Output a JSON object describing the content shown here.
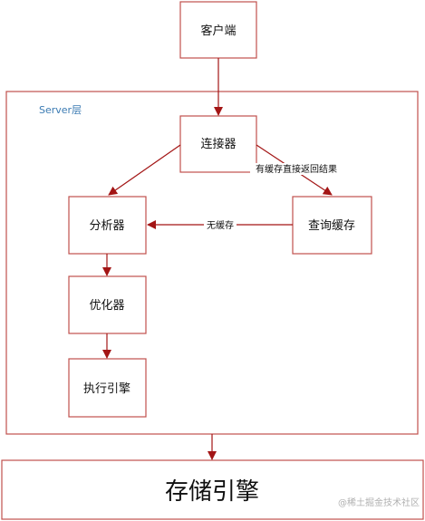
{
  "colors": {
    "border": "#c0504d",
    "arrow": "#a31515",
    "server_label": "#3b7bb3",
    "watermark": "#b0b0b0"
  },
  "server_layer": {
    "label": "Server层"
  },
  "nodes": {
    "client": "客户端",
    "connector": "连接器",
    "query_cache": "查询缓存",
    "analyzer": "分析器",
    "optimizer": "优化器",
    "executor": "执行引擎",
    "storage_engine": "存储引擎"
  },
  "edges": {
    "cache_hit_label": "有缓存直接返回结果",
    "no_cache_label": "无缓存"
  },
  "watermark": "@稀土掘金技术社区"
}
